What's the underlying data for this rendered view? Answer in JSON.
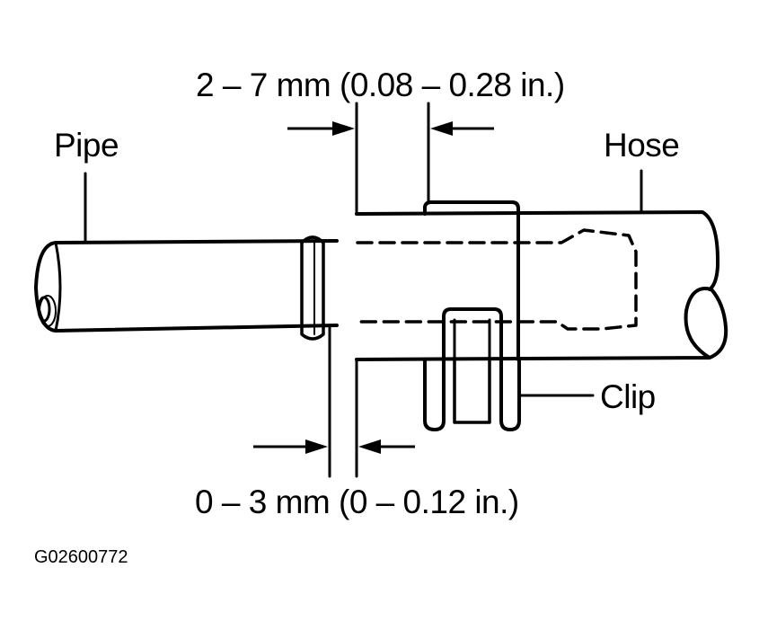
{
  "labels": {
    "top_dimension": "2 – 7 mm (0.08 – 0.28 in.)",
    "bottom_dimension": "0 – 3 mm (0 – 0.12 in.)",
    "pipe": "Pipe",
    "hose": "Hose",
    "clip": "Clip",
    "figure_id": "G02600772"
  },
  "colors": {
    "line": "#000000",
    "background": "#ffffff"
  }
}
